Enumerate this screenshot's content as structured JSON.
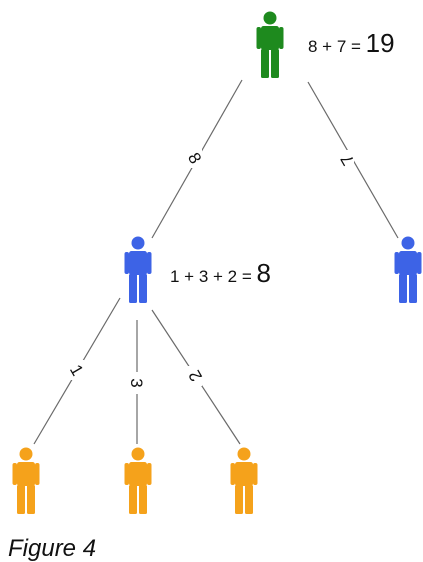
{
  "colors": {
    "root": "#1e8a1e",
    "middle": "#3d63e6",
    "leaf": "#f5a21b",
    "line": "#6a6a6a"
  },
  "root": {
    "sum_terms": "8 + 7 = ",
    "sum_total": "19"
  },
  "left_child": {
    "sum_terms": "1 + 3 + 2 = ",
    "sum_total": "8"
  },
  "edges": {
    "root_to_left": "8",
    "root_to_right": "7",
    "left_to_leaf1": "1",
    "left_to_leaf2": "3",
    "left_to_leaf3": "2"
  },
  "caption": "Figure 4"
}
